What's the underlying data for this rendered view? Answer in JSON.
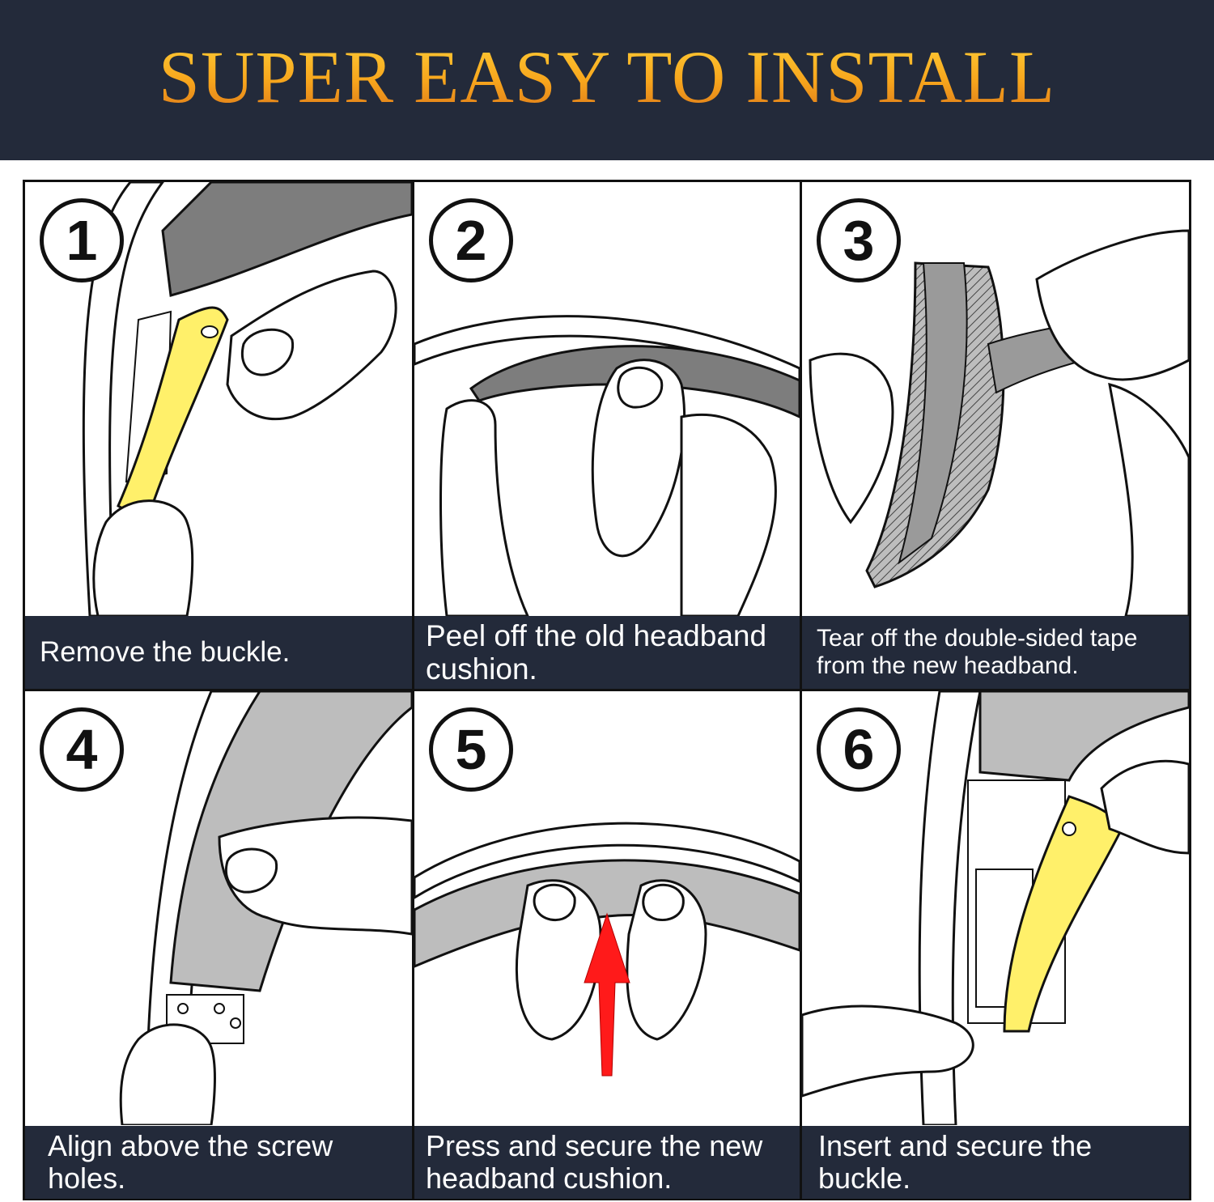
{
  "header": {
    "title": "SUPER EASY TO INSTALL"
  },
  "steps": [
    {
      "number": "1",
      "caption": "Remove the buckle."
    },
    {
      "number": "2",
      "caption": "Peel off the old headband cushion."
    },
    {
      "number": "3",
      "caption": "Tear off the double-sided tape from the new headband."
    },
    {
      "number": "4",
      "caption": "Align above the screw holes."
    },
    {
      "number": "5",
      "caption": "Press and secure the new headband cushion."
    },
    {
      "number": "6",
      "caption": "Insert and secure the buckle."
    }
  ],
  "colors": {
    "banner": "#232a3a",
    "title_gold": "#f7a51c",
    "cushion_gray": "#8a8a8a",
    "buckle_yellow": "#fff06a",
    "arrow_red": "#ff1a1a"
  }
}
